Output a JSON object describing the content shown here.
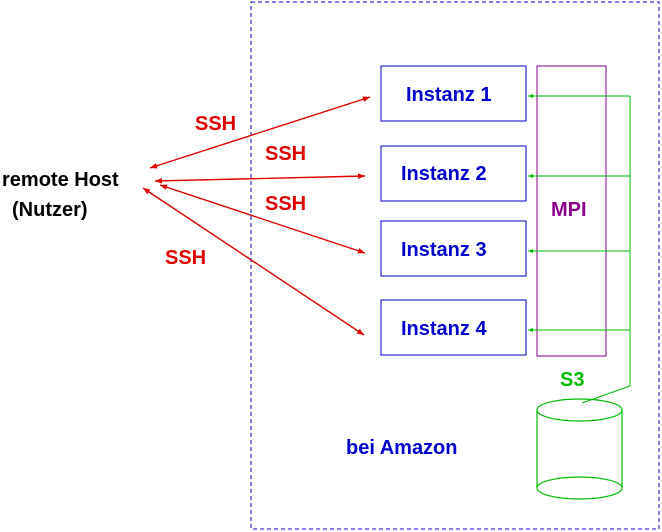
{
  "host": {
    "line1": "remote Host",
    "line2": "(Nutzer)"
  },
  "ssh_labels": [
    "SSH",
    "SSH",
    "SSH",
    "SSH"
  ],
  "instances": [
    "Instanz 1",
    "Instanz 2",
    "Instanz 3",
    "Instanz 4"
  ],
  "mpi_label": "MPI",
  "s3_label": "S3",
  "cloud_label": "bei Amazon",
  "colors": {
    "ssh": "#e00000",
    "instance": "#0000cc",
    "mpi": "#8b008b",
    "s3": "#00bb00",
    "text": "#000000"
  }
}
